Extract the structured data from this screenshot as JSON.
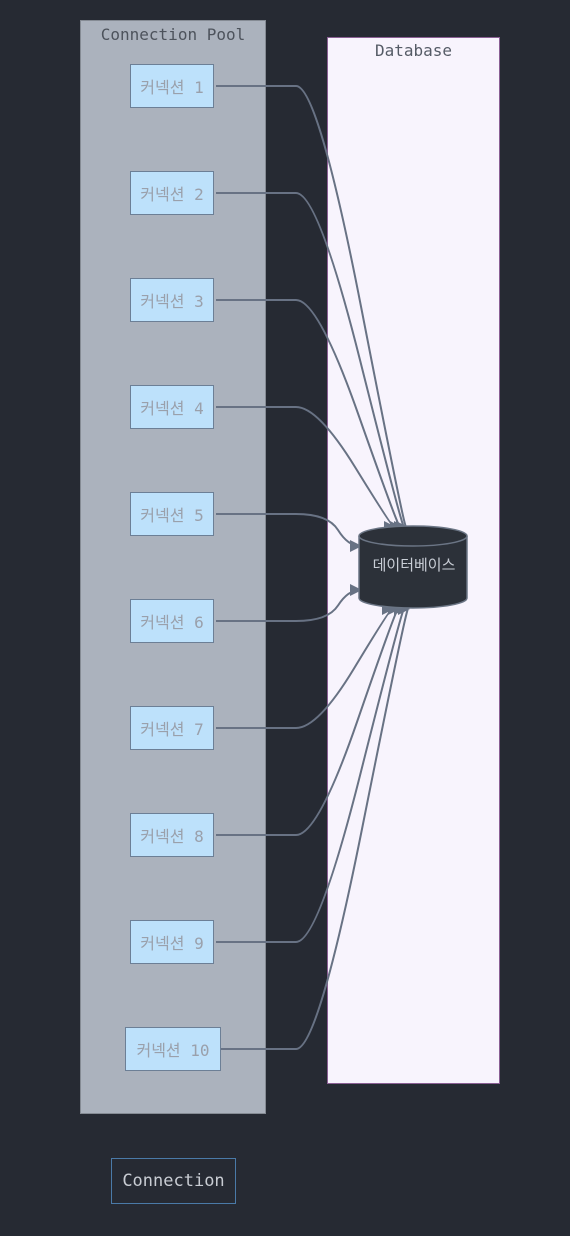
{
  "groups": {
    "pool_title": "Connection Pool",
    "database_title": "Database"
  },
  "connections": [
    {
      "label": "커넥션 1"
    },
    {
      "label": "커넥션 2"
    },
    {
      "label": "커넥션 3"
    },
    {
      "label": "커넥션 4"
    },
    {
      "label": "커넥션 5"
    },
    {
      "label": "커넥션 6"
    },
    {
      "label": "커넥션 7"
    },
    {
      "label": "커넥션 8"
    },
    {
      "label": "커넥션 9"
    },
    {
      "label": "커넥션 10"
    }
  ],
  "database": {
    "label": "데이터베이스"
  },
  "legend": {
    "label": "Connection"
  },
  "colors": {
    "background": "#262a33",
    "pool_fill": "#abb2bd",
    "node_fill": "#bde1fb",
    "database_group_fill": "#f8f4fd",
    "cylinder_fill": "#2c3139",
    "edge": "#687284"
  }
}
